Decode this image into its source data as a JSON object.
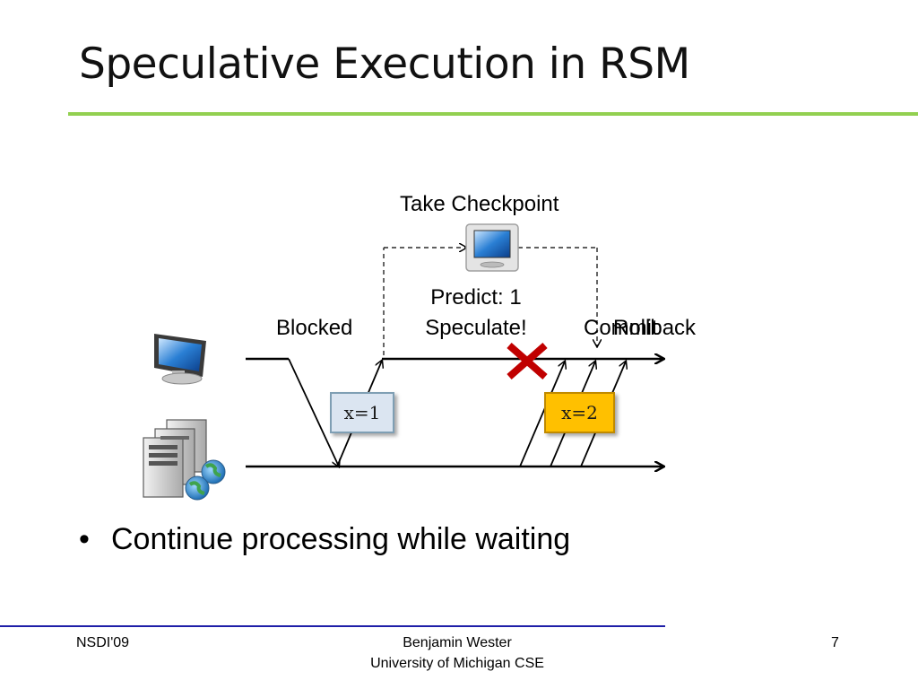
{
  "slide": {
    "title": "Speculative Execution in RSM",
    "bullet": "Continue processing while waiting"
  },
  "diagram": {
    "take_checkpoint": "Take Checkpoint",
    "blocked": "Blocked",
    "predict": "Predict: 1",
    "speculate": "Speculate!",
    "commit": "Commit",
    "rollback": "Rollback",
    "box_x1": "x=1",
    "box_x2": "x=2",
    "icons": [
      "client-computer-icon",
      "server-rack-icon",
      "checkpoint-monitor-icon",
      "red-x-icon"
    ],
    "colors": {
      "accent_green": "#92d050",
      "box_x1_fill": "#dbe5f1",
      "box_x2_fill": "#ffc000",
      "red_x": "#c00000",
      "footer_rule": "#1f1fa8"
    }
  },
  "footer": {
    "left": "NSDI'09",
    "author": "Benjamin Wester",
    "affiliation": "University of Michigan CSE",
    "page": "7"
  }
}
